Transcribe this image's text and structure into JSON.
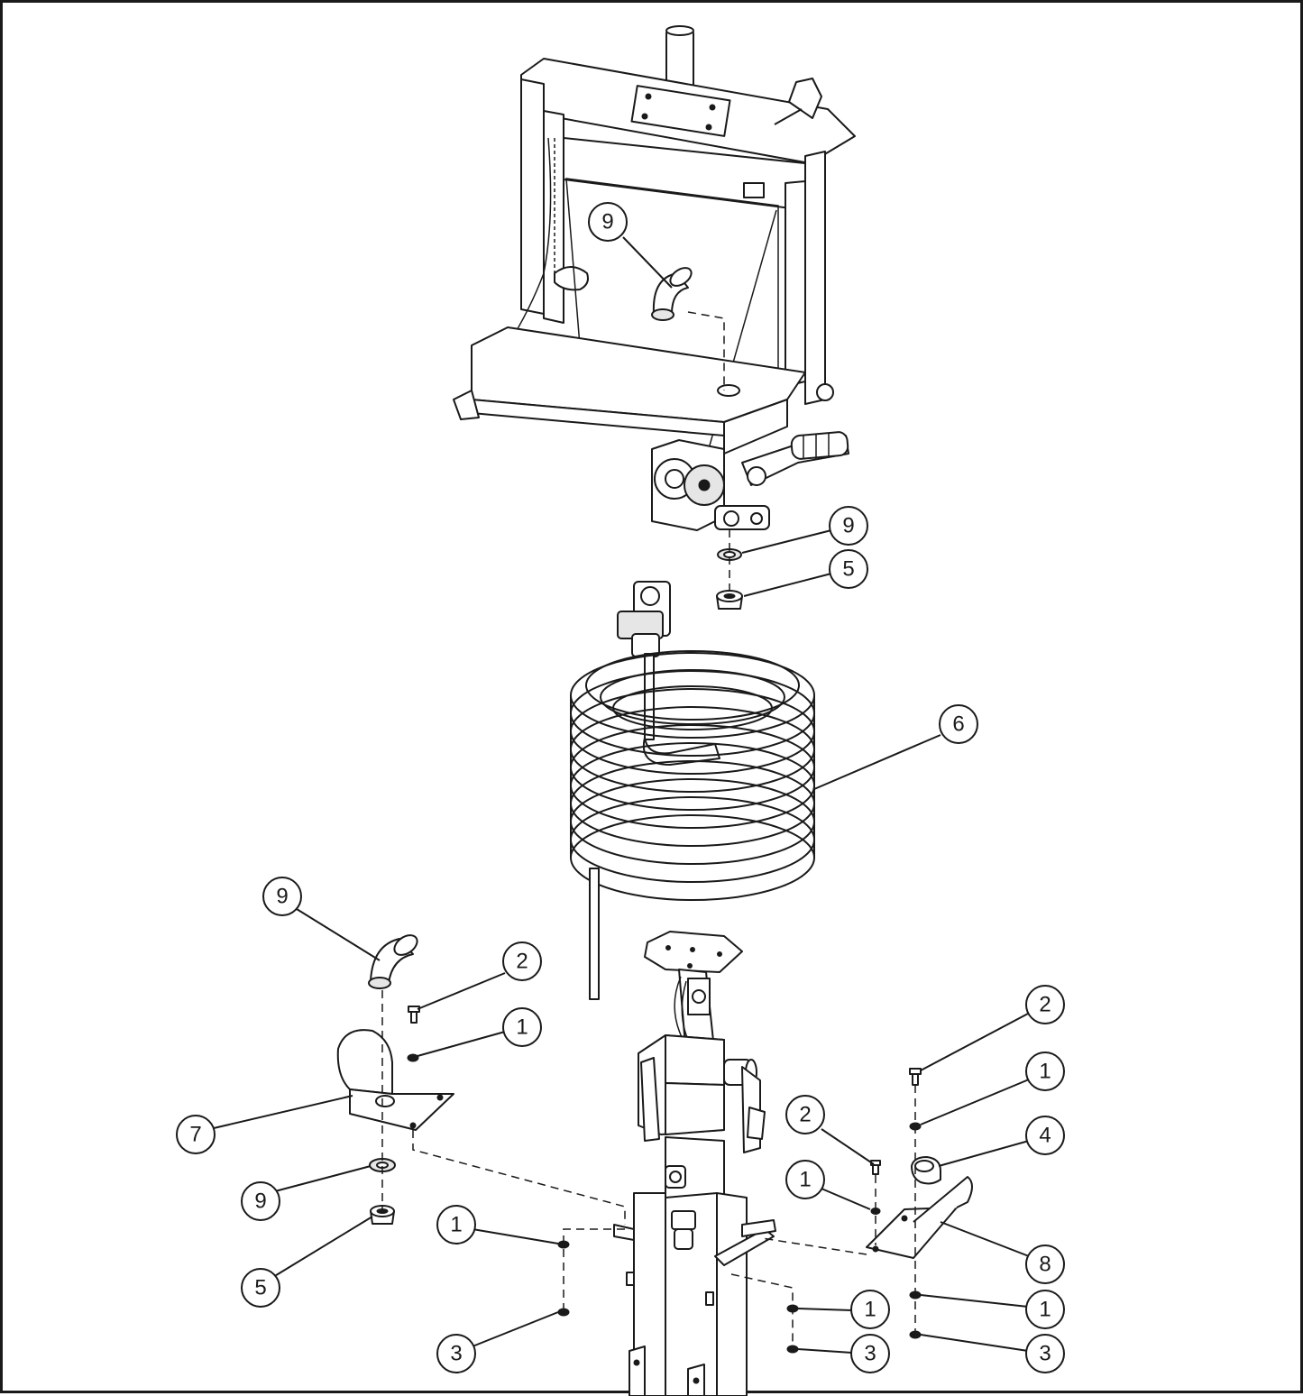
{
  "diagram": {
    "callouts": [
      {
        "id": "c-9-top-elbow",
        "label": "9"
      },
      {
        "id": "c-9-top-washer",
        "label": "9"
      },
      {
        "id": "c-5-top-nut",
        "label": "5"
      },
      {
        "id": "c-6-coil",
        "label": "6"
      },
      {
        "id": "c-9-left-elbow",
        "label": "9"
      },
      {
        "id": "c-2-left",
        "label": "2"
      },
      {
        "id": "c-1-left",
        "label": "1"
      },
      {
        "id": "c-7-bracket",
        "label": "7"
      },
      {
        "id": "c-9-left-washer",
        "label": "9"
      },
      {
        "id": "c-5-left-nut",
        "label": "5"
      },
      {
        "id": "c-1-mid-left",
        "label": "1"
      },
      {
        "id": "c-3-mid-left",
        "label": "3"
      },
      {
        "id": "c-2-right-inner",
        "label": "2"
      },
      {
        "id": "c-1-right-inner",
        "label": "1"
      },
      {
        "id": "c-2-right-outer",
        "label": "2"
      },
      {
        "id": "c-1-right-outer",
        "label": "1"
      },
      {
        "id": "c-4-fitting",
        "label": "4"
      },
      {
        "id": "c-8-bracket",
        "label": "8"
      },
      {
        "id": "c-1-bot-center",
        "label": "1"
      },
      {
        "id": "c-3-bot-center",
        "label": "3"
      },
      {
        "id": "c-1-bot-right",
        "label": "1"
      },
      {
        "id": "c-3-bot-right",
        "label": "3"
      }
    ]
  }
}
